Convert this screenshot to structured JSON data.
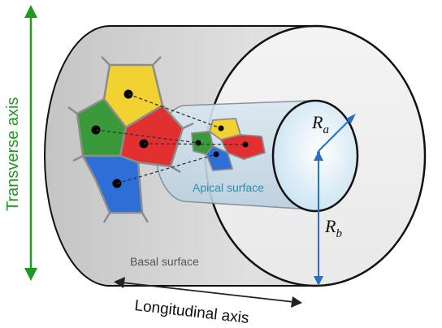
{
  "labels": {
    "transverse_axis": "Transverse axis",
    "longitudinal_axis": "Longitudinal axis",
    "apical_surface": "Apical surface",
    "basal_surface": "Basal surface",
    "ra_main": "R",
    "ra_sub": "a",
    "rb_main": "R",
    "rb_sub": "b"
  },
  "colors": {
    "transverse_axis": "#1e9a1e",
    "longitudinal_axis": "#222222",
    "apical_text": "#2a8fb0",
    "basal_text": "#555555",
    "radius_arrow": "#2a6fc0",
    "cylinder_fill": "#d6d6d6",
    "inner_tube": "#c7dbe8",
    "cell_yellow": "#f2d230",
    "cell_green": "#3a9a3a",
    "cell_red": "#e23030",
    "cell_blue": "#2d6fd6",
    "nucleus": "#000000"
  }
}
